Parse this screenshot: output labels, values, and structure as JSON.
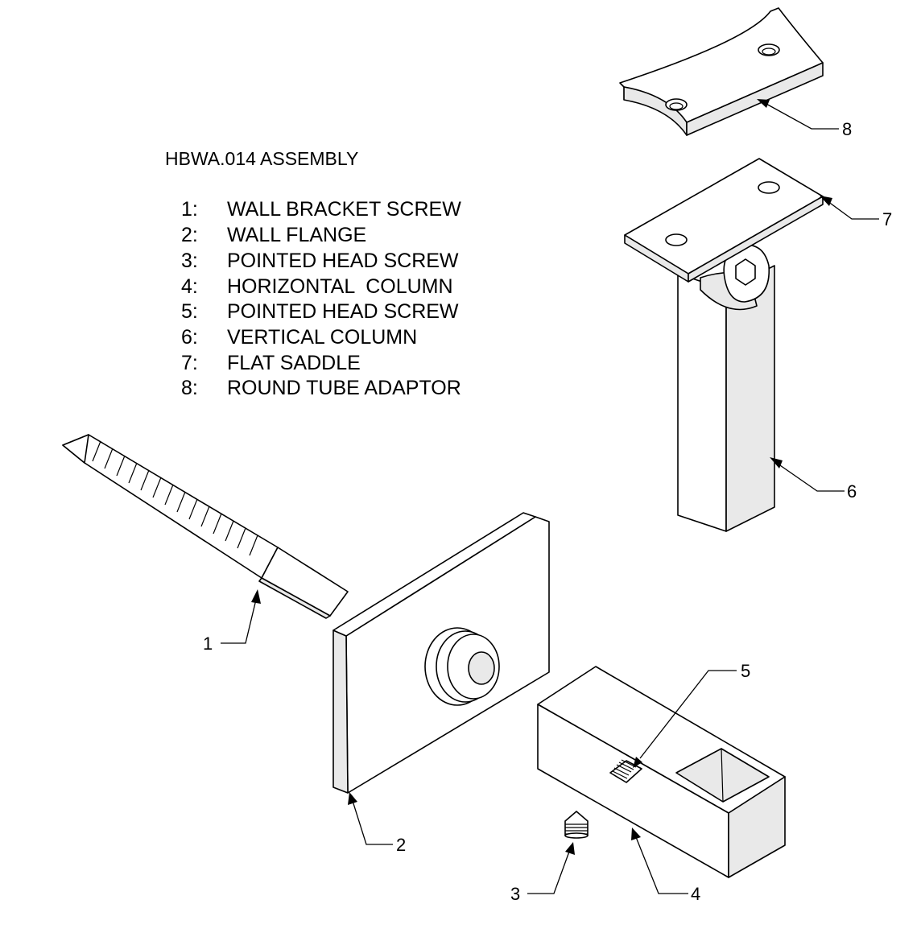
{
  "title": "HBWA.014 ASSEMBLY",
  "parts_list": [
    {
      "number": "1:",
      "name": "WALL BRACKET SCREW"
    },
    {
      "number": "2:",
      "name": "WALL FLANGE"
    },
    {
      "number": "3:",
      "name": "POINTED HEAD SCREW"
    },
    {
      "number": "4:",
      "name": "HORIZONTAL  COLUMN"
    },
    {
      "number": "5:",
      "name": "POINTED HEAD SCREW"
    },
    {
      "number": "6:",
      "name": "VERTICAL COLUMN"
    },
    {
      "number": "7:",
      "name": "FLAT SADDLE"
    },
    {
      "number": "8:",
      "name": "ROUND TUBE ADAPTOR"
    }
  ],
  "callouts": [
    "1",
    "2",
    "3",
    "4",
    "5",
    "6",
    "7",
    "8"
  ]
}
